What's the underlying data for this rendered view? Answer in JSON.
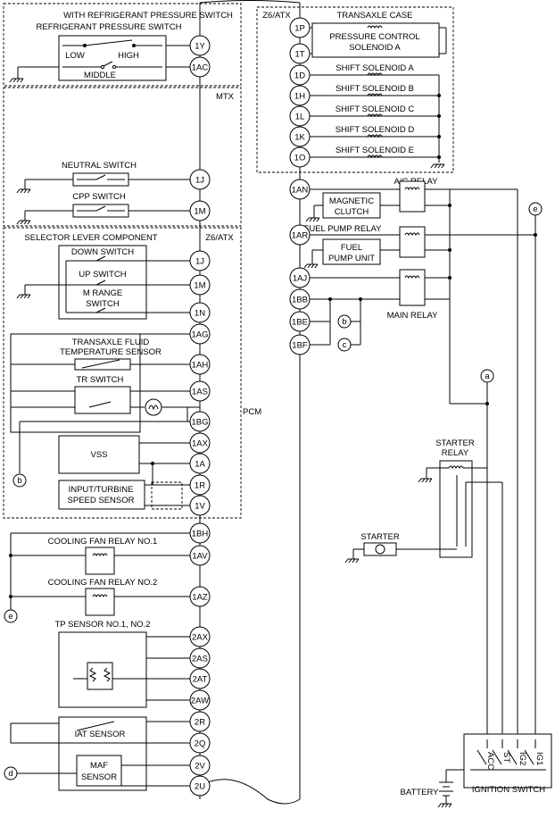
{
  "sections": {
    "refrigerant_header": "WITH REFRIGERANT PRESSURE SWITCH",
    "refrigerant_switch": "REFRIGERANT PRESSURE SWITCH",
    "low": "LOW",
    "high": "HIGH",
    "middle": "MIDDLE",
    "mtx": "MTX",
    "neutral_switch": "NEUTRAL SWITCH",
    "cpp_switch": "CPP SWITCH",
    "selector_lever": "SELECTOR LEVER COMPONENT",
    "z6atx_left": "Z6/ATX",
    "down_switch": "DOWN SWITCH",
    "up_switch": "UP SWITCH",
    "m_range_1": "M RANGE",
    "m_range_2": "SWITCH",
    "fluid_temp_1": "TRANSAXLE FLUID",
    "fluid_temp_2": "TEMPERATURE SENSOR",
    "tr_switch": "TR SWITCH",
    "pcm": "PCM",
    "vss": "VSS",
    "input_turbine_1": "INPUT/TURBINE",
    "input_turbine_2": "SPEED SENSOR",
    "cooling_fan_1": "COOLING FAN RELAY NO.1",
    "cooling_fan_2": "COOLING FAN RELAY NO.2",
    "tp_sensor": "TP SENSOR NO.1, NO.2",
    "iat_sensor": "IAT SENSOR",
    "maf_1": "MAF",
    "maf_2": "SENSOR",
    "z6atx_right": "Z6/ATX",
    "transaxle_case": "TRANSAXLE CASE",
    "pcs_1": "PRESSURE CONTROL",
    "pcs_2": "SOLENOID A",
    "shift_a": "SHIFT SOLENOID A",
    "shift_b": "SHIFT SOLENOID B",
    "shift_c": "SHIFT SOLENOID C",
    "shift_d": "SHIFT SOLENOID D",
    "shift_e": "SHIFT SOLENOID E",
    "ac_relay": "A/C RELAY",
    "magnetic_1": "MAGNETIC",
    "magnetic_2": "CLUTCH",
    "fuel_pump_relay": "FUEL PUMP RELAY",
    "fuel_1": "FUEL",
    "fuel_2": "PUMP UNIT",
    "main_relay": "MAIN RELAY",
    "starter_relay_1": "STARTER",
    "starter_relay_2": "RELAY",
    "starter": "STARTER",
    "battery": "BATTERY",
    "ignition_switch": "IGNITION SWITCH",
    "acc": "ACC",
    "st": "ST",
    "ig2": "IG2",
    "ig1": "IG1"
  },
  "pins": {
    "p1Y": "1Y",
    "p1AC": "1AC",
    "p1J_a": "1J",
    "p1M_a": "1M",
    "p1J_b": "1J",
    "p1M_b": "1M",
    "p1N": "1N",
    "p1AG": "1AG",
    "p1AH": "1AH",
    "p1AS": "1AS",
    "p1BG": "1BG",
    "p1AX": "1AX",
    "p1A": "1A",
    "p1R": "1R",
    "p1V": "1V",
    "p1BH": "1BH",
    "p1AV": "1AV",
    "p1AZ": "1AZ",
    "p2AX": "2AX",
    "p2AS": "2AS",
    "p2AT": "2AT",
    "p2AW": "2AW",
    "p2R": "2R",
    "p2Q": "2Q",
    "p2V": "2V",
    "p2U": "2U",
    "p1P": "1P",
    "p1T": "1T",
    "p1D": "1D",
    "p1H": "1H",
    "p1L": "1L",
    "p1K": "1K",
    "p1O": "1O",
    "p1AN": "1AN",
    "p1AR": "1AR",
    "p1AJ": "1AJ",
    "p1BB": "1BB",
    "p1BE": "1BE",
    "p1BF": "1BF"
  },
  "connectors": {
    "a": "a",
    "b_left": "b",
    "b_right": "b",
    "c": "c",
    "d": "d",
    "e_left": "e",
    "e_right": "e"
  }
}
